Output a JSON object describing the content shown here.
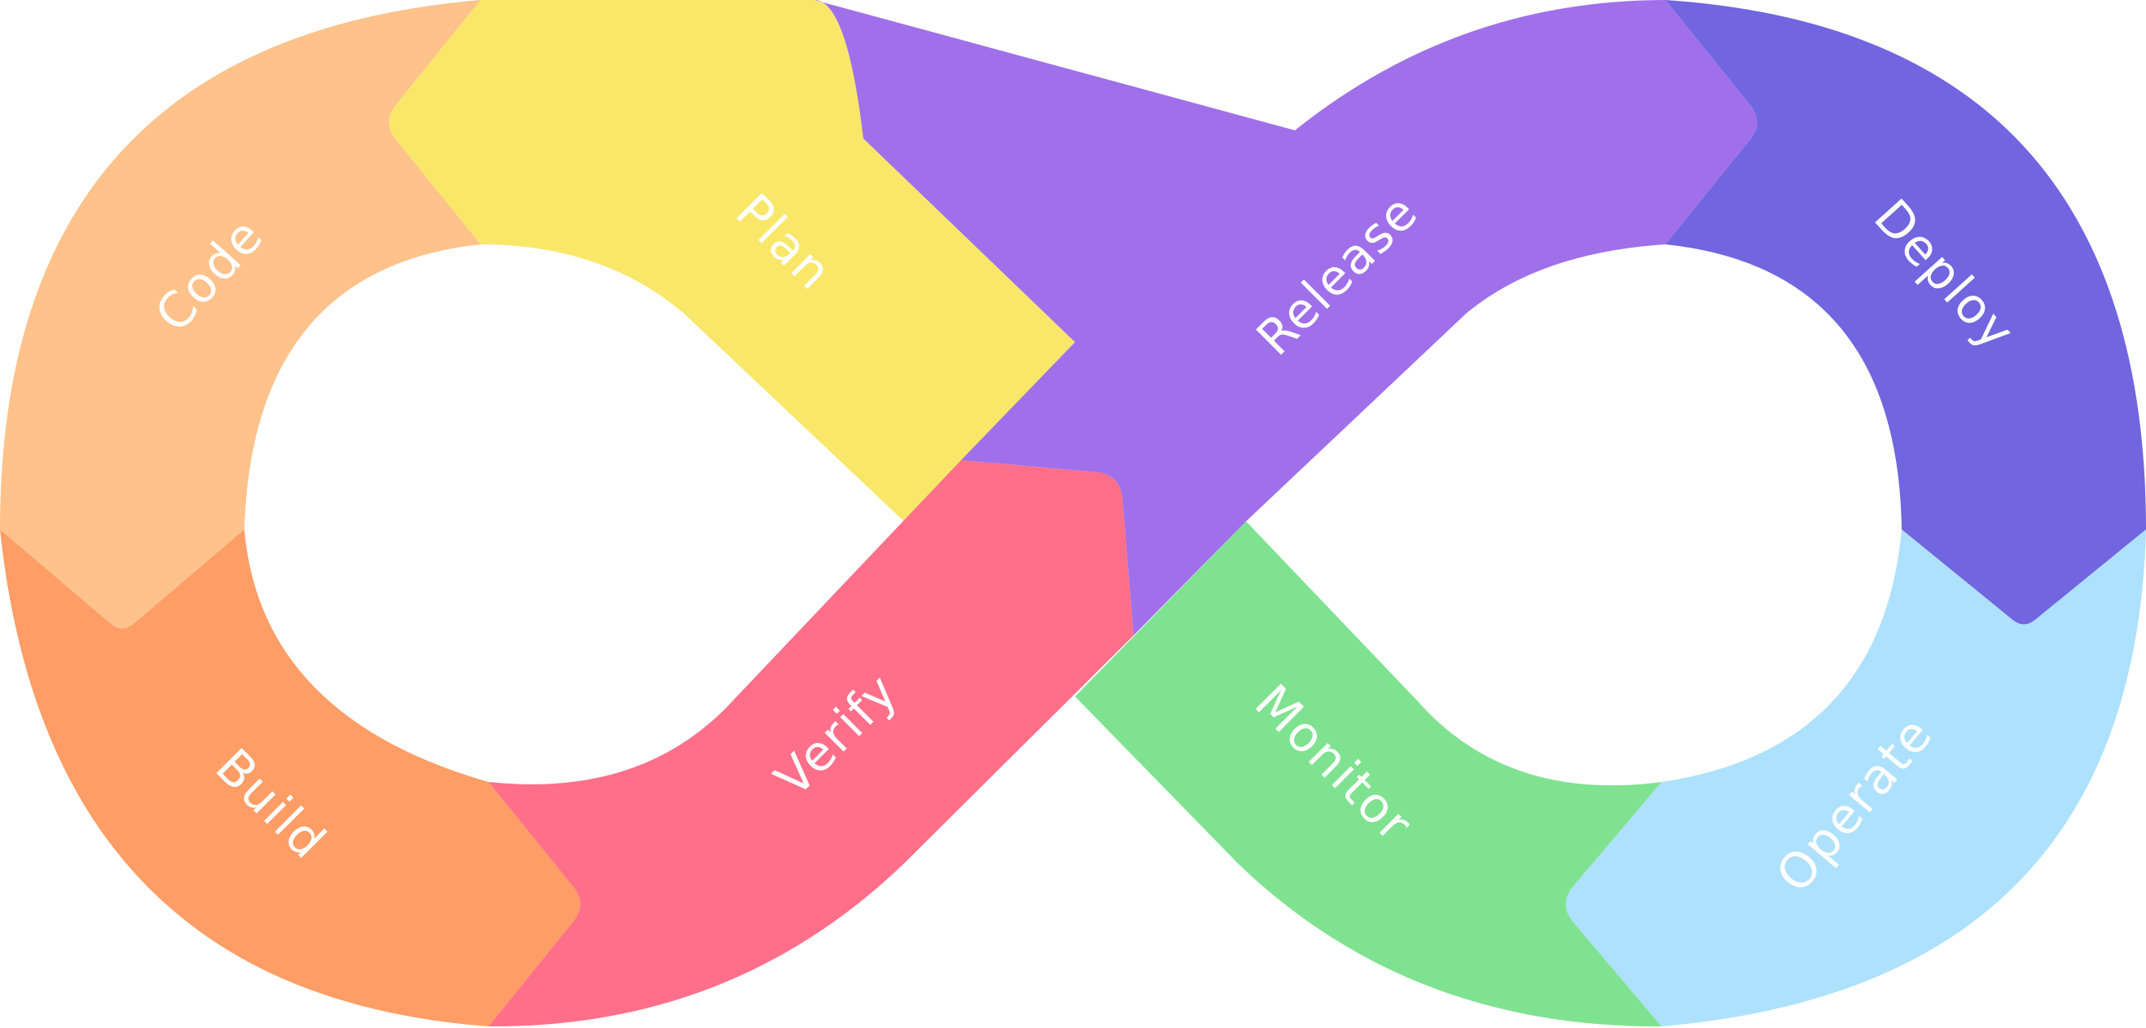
{
  "diagram": {
    "title": "DevOps Infinity Loop",
    "stages": [
      {
        "id": "plan",
        "label": "Plan",
        "color": "#F9E76A"
      },
      {
        "id": "code",
        "label": "Code",
        "color": "#FEC28A"
      },
      {
        "id": "build",
        "label": "Build",
        "color": "#FE9D66"
      },
      {
        "id": "verify",
        "label": "Verify",
        "color": "#FF6F89"
      },
      {
        "id": "release",
        "label": "Release",
        "color": "#A070EB"
      },
      {
        "id": "deploy",
        "label": "Deploy",
        "color": "#7165E0"
      },
      {
        "id": "operate",
        "label": "Operate",
        "color": "#AEE1FD"
      },
      {
        "id": "monitor",
        "label": "Monitor",
        "color": "#7FE290"
      }
    ]
  }
}
